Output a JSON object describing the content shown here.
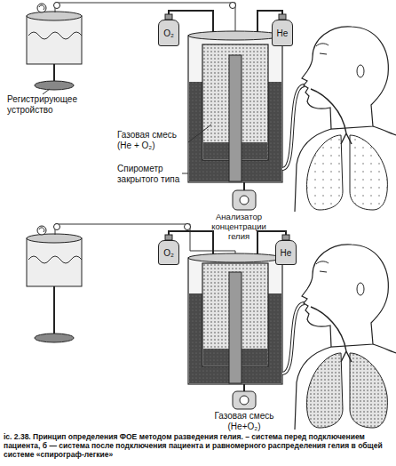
{
  "diagram": {
    "caption": "ic. 2.38. Принцип определения ФОЕ методом разведения гелия. – система перед подключением пациента, б — система после подключения пациента и равномерного распределения гелия в общей системе «спирограф-легкие»",
    "nodes": [
      {
        "text": [
          "O₂"
        ]
      },
      {
        "text": [
          "He"
        ]
      },
      {
        "text": [
          "O₂"
        ]
      },
      {
        "text": [
          "He"
        ]
      }
    ],
    "labels": [
      "Газовая смесь (He + O₂)",
      "Регистрирующее устройство",
      "Спирометр закрытого типа",
      "Анализатор концентрации гелия",
      "Газовая смесь (He+O₂)"
    ]
  }
}
